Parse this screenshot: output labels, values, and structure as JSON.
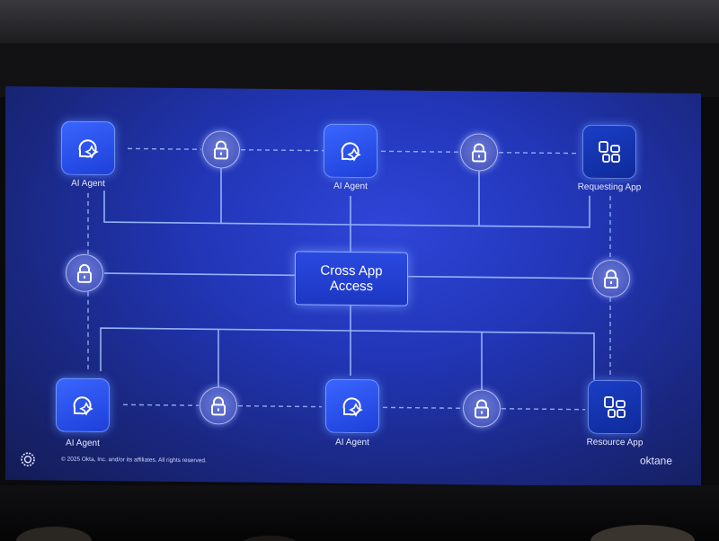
{
  "diagram": {
    "center_label": "Cross App\nAccess",
    "nodes": [
      {
        "id": "tl",
        "label": "AI Agent",
        "icon": "ai-agent-icon"
      },
      {
        "id": "tc",
        "label": "AI Agent",
        "icon": "ai-agent-icon"
      },
      {
        "id": "tr",
        "label": "Requesting App",
        "icon": "app-grid-icon"
      },
      {
        "id": "bl",
        "label": "AI Agent",
        "icon": "ai-agent-icon"
      },
      {
        "id": "bc",
        "label": "AI Agent",
        "icon": "ai-agent-icon"
      },
      {
        "id": "br",
        "label": "Resource App",
        "icon": "app-grid-icon"
      }
    ],
    "lock_icon": "lock-icon"
  },
  "footer": {
    "copyright": "© 2025 Okta, Inc. and/or its affiliates. All rights reserved.",
    "brand": "oktane"
  },
  "colors": {
    "screen": "#2236b8",
    "tile": "#3a66ff",
    "lock": "#5566c8",
    "line": "#9fc0ff"
  }
}
